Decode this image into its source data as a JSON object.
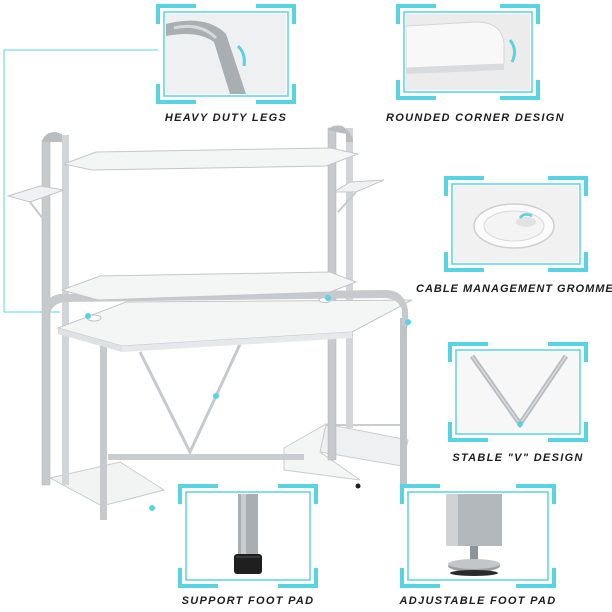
{
  "features": {
    "heavy_duty_legs": "HEAVY DUTY LEGS",
    "rounded_corner": "ROUNDED CORNER DESIGN",
    "cable_grommets": "CABLE MANAGEMENT GROMMETS",
    "stable_v": "STABLE \"V\" DESIGN",
    "support_foot_pad": "SUPPORT FOOT PAD",
    "adjustable_foot_pad": "ADJUSTABLE FOOT PAD"
  },
  "colors": {
    "frame_accent": "#58d3e3",
    "steel": "#c6cacd",
    "steel_dark": "#9ea3a7",
    "desk_top": "#f4f5f5",
    "caption": "#1e1e1e"
  }
}
